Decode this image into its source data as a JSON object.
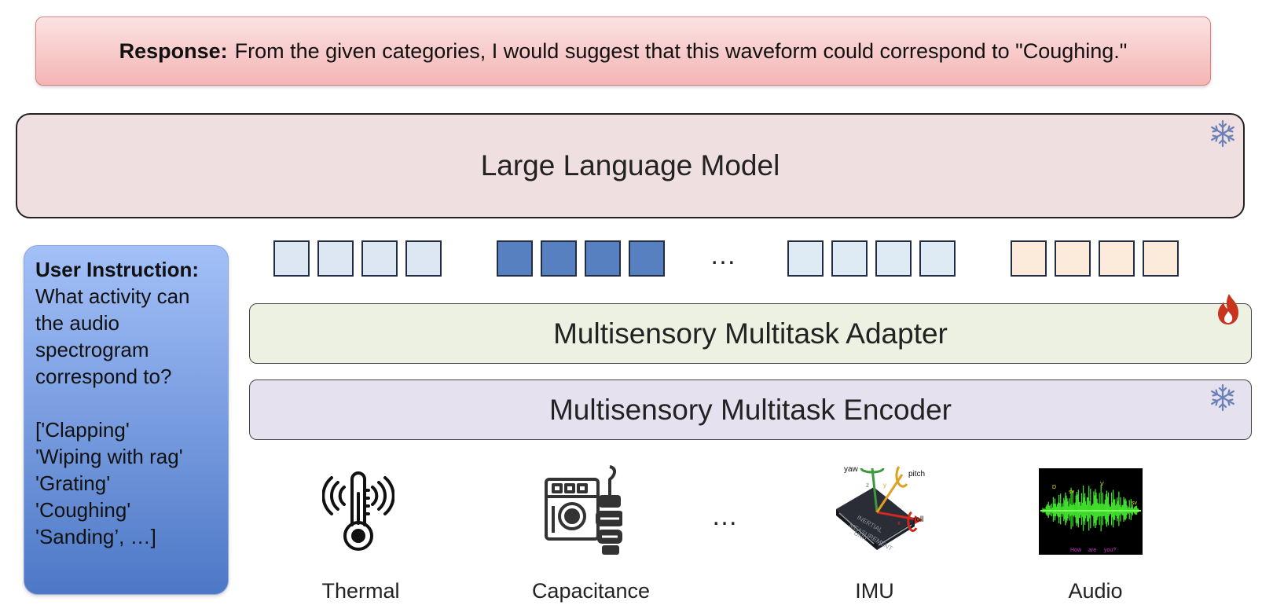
{
  "response": {
    "label": "Response:",
    "text": "From the given categories, I would suggest that this waveform could correspond to \"Coughing.\""
  },
  "llm": {
    "label": "Large Language Model",
    "status_icon": "snowflake-icon",
    "status_color": "#6a80b8"
  },
  "instruction": {
    "title": "User Instruction:",
    "question": "What activity can the audio spectrogram correspond to?",
    "options": [
      "['Clapping'",
      "'Wiping with rag'",
      "'Grating'",
      "'Coughing'",
      "'Sanding’, …]"
    ]
  },
  "tokens": {
    "groups": [
      "light",
      "dark",
      "pale",
      "peach"
    ],
    "ellipsis": "…"
  },
  "adapter": {
    "label": "Multisensory Multitask Adapter",
    "status_icon": "fire-icon",
    "status_color": "#c8341e"
  },
  "encoder": {
    "label": "Multisensory Multitask Encoder",
    "status_icon": "snowflake-icon",
    "status_color": "#6a80b8"
  },
  "modalities": {
    "items": [
      {
        "label": "Thermal",
        "icon": "thermometer-icon"
      },
      {
        "label": "Capacitance",
        "icon": "capacitance-sensor-icon"
      },
      {
        "label": "IMU",
        "icon": "imu-chip-icon"
      },
      {
        "label": "Audio",
        "icon": "audio-waveform-icon"
      }
    ],
    "ellipsis": "…",
    "imu_axes": [
      "yaw",
      "pitch",
      "roll",
      "x",
      "y",
      "z"
    ],
    "imu_chip_text": [
      "INERTIAL",
      "MEASUREMENT",
      "UNIT"
    ],
    "audio_markers": [
      "D",
      "sv",
      "V",
      "sv"
    ],
    "audio_caption": [
      "How",
      "are",
      "you?"
    ]
  }
}
